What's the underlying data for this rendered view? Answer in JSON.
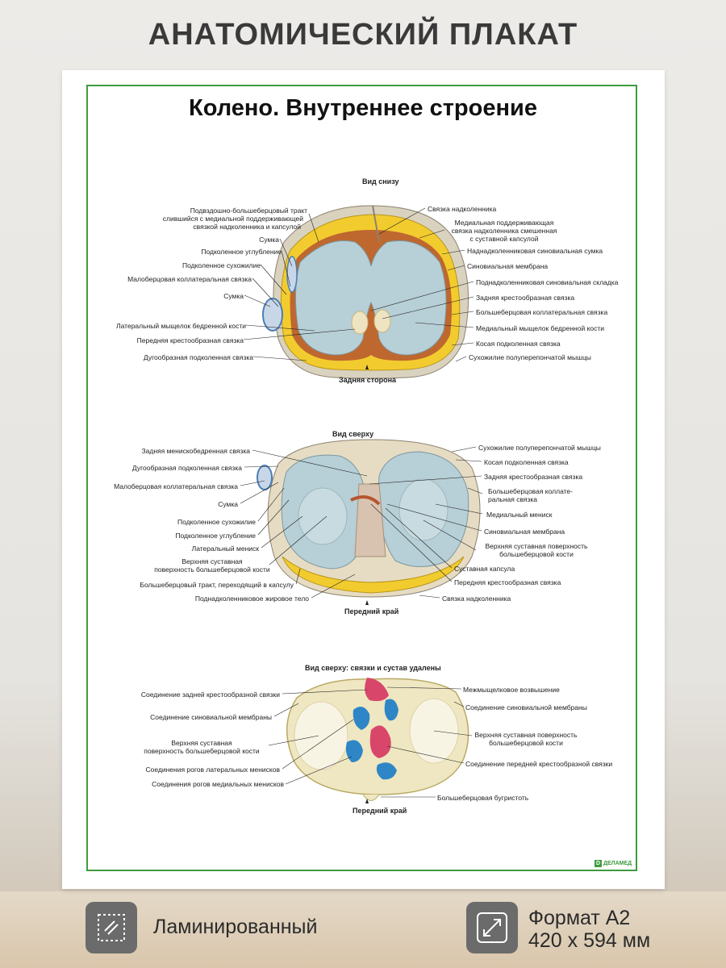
{
  "header": {
    "title": "АНАТОМИЧЕСКИЙ ПЛАКАТ"
  },
  "poster": {
    "title": "Колено. Внутреннее строение",
    "logo_text": "ДЕЛАМЕД",
    "view1": {
      "title": "Вид снизу",
      "bottom": "Задняя сторона",
      "left": [
        "Подвздошно-большеберцовый тракт",
        "слившийся с медиальной поддерживающей",
        "связкой надколенника и капсулой",
        "Сумка",
        "Подколенное углубление",
        "Подколенное сухожилие",
        "Малоберцовая коллатеральная связка",
        "Сумка",
        "Латеральный  мыщелок  бедренной кости",
        "Передняя крестообразная связка",
        "Дугообразная подколенная связка"
      ],
      "right": [
        "Связка надколенника",
        "Медиальная поддерживающая",
        "связка надколенника смешенная",
        "с суставной капсулой",
        "Наднадколенниковая синовиальная сумка",
        "Синовиальная мембрана",
        "Поднадколенниковая синовиальная складка",
        "Задняя крестообразная связка",
        "Большеберцовая коллатеральная связка",
        "Медиальный мыщелок бедренной кости",
        "Косая подколенная связка",
        "Сухожилие полуперепончатой мышцы"
      ]
    },
    "view2": {
      "title": "Вид сверху",
      "bottom": "Передний край",
      "left": [
        "Задняя менискобедренная связка",
        "Дугообразная подколенная связка",
        "Малоберцовая  коллатеральная связка",
        "Сумка",
        "Подколенное сухожилие",
        "Подколенное углубление",
        "Латеральный  мениск",
        "Верхняя суставная",
        "поверхность большеберцовой кости",
        "Большеберцовый тракт, переходящий в капсулу",
        "Поднадколенниковое жировое тело"
      ],
      "right": [
        "Сухожилие полуперепончатой мышцы",
        "Косая подколенная связка",
        "Задняя крестообразная связка",
        "Большеберцовая коллате-",
        "ральная связка",
        "Медиальный мениск",
        "Синовиальная мембрана",
        "Верхняя суставная поверхность",
        "большеберцовой кости",
        "Суставная капсула",
        "Передняя крестообразная связка",
        "Связка надколенника"
      ]
    },
    "view3": {
      "title": "Вид сверху: связки и сустав удалены",
      "bottom": "Передний край",
      "left": [
        "Соединение задней крестообразной связки",
        "Соединение синовиальной мембраны",
        "Верхняя суставная",
        "поверхность большеберцовой кости",
        "Соединения рогов латеральных менисков",
        "Соединения рогов медиальных менисков"
      ],
      "right": [
        "Межмыщелковое возвышение",
        "Соединение синовиальной мембраны",
        "Верхняя суставная поверхность",
        "большеберцовой кости",
        "Соединение передней крестообразной связки",
        "Большеберцовая бугристоть"
      ]
    }
  },
  "features": [
    {
      "icon": "laminate-icon",
      "text": "Ламинированный"
    },
    {
      "icon": "resize-icon",
      "line1": "Формат А2",
      "line2": "420 х 594 мм"
    }
  ],
  "colors": {
    "frame": "#3f9b3f",
    "cartilage": "#b7cfd6",
    "fat": "#f2cc2e",
    "capsule": "#b5552f",
    "ligament_red": "#d8476a",
    "ligament_blue": "#2f86c6",
    "bone": "#efe7c1"
  }
}
